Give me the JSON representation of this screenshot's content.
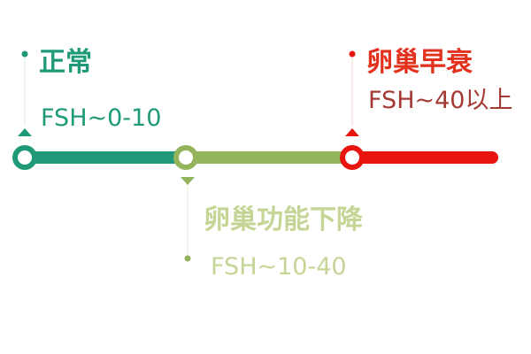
{
  "colors": {
    "normal": "#1f9a78",
    "decline": "#94b45b",
    "decline_text": "#c5d596",
    "failure": "#e8150f",
    "failure_text": "#e2311d",
    "failure_range_text": "#a33a34"
  },
  "stages": [
    {
      "title": "正常",
      "range": "FSH~0-10"
    },
    {
      "title": "卵巢功能下降",
      "range": "FSH~10-40"
    },
    {
      "title": "卵巢早衰",
      "range": "FSH~40以上"
    }
  ]
}
